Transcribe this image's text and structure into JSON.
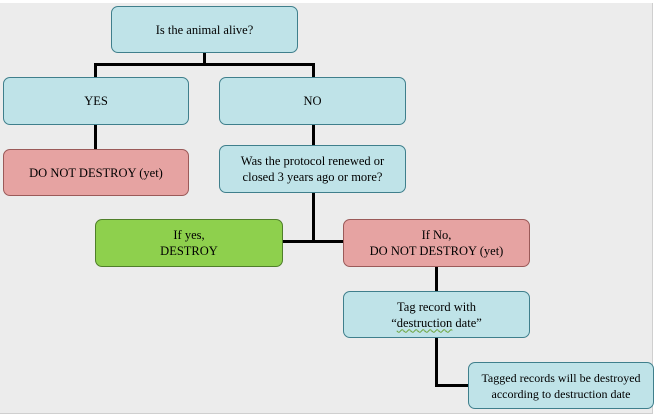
{
  "nodes": {
    "root": "Is the animal alive?",
    "yes": "YES",
    "no": "NO",
    "do_not_destroy_yet": "DO NOT DESTROY  (yet)",
    "protocol_question": "Was the protocol renewed or\nclosed 3 years ago or more?",
    "if_yes_line1": "If yes,",
    "if_yes_line2": "DESTROY",
    "if_no_line1": "If No,",
    "if_no_line2": "DO NOT DESTROY  (yet)",
    "tag_line1": "Tag record with",
    "tag_line2_open": "“",
    "tag_line2_word": "destruction",
    "tag_line2_rest": " date”",
    "tagged_records": "Tagged records will  be destroyed\naccording to destruction date"
  },
  "colors": {
    "cyan_fill": "#bfe3e8",
    "pink_fill": "#e6a3a2",
    "green_fill": "#8ed04d",
    "connector": "#000000"
  }
}
